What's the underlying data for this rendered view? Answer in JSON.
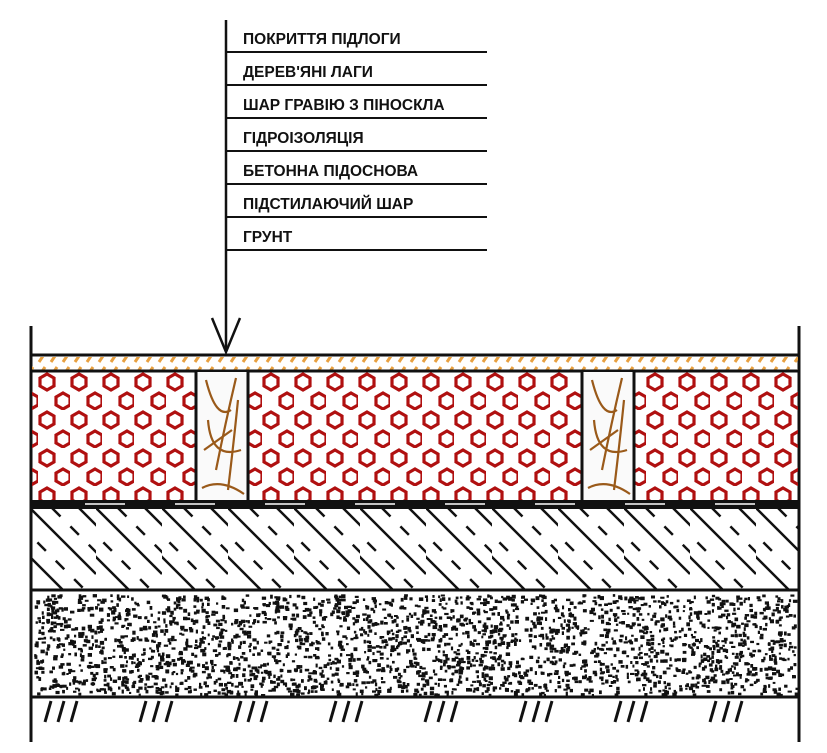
{
  "title": "Floor construction layers",
  "labels": [
    "ПОКРИТТЯ ПІДЛОГИ",
    "ДЕРЕВ'ЯНІ ЛАГИ",
    "ШАР ГРАВІЮ З ПІНОСКЛА",
    "ГІДРОІЗОЛЯЦІЯ",
    "БЕТОННА ПІДОСНОВА",
    "ПІДСТИЛАЮЧИЙ ШАР",
    "ГРУНТ"
  ],
  "colors": {
    "line": "#111111",
    "floor_covering": "#e8a040",
    "foam_glass": "#b01010",
    "wood": "#9a5a1a"
  }
}
